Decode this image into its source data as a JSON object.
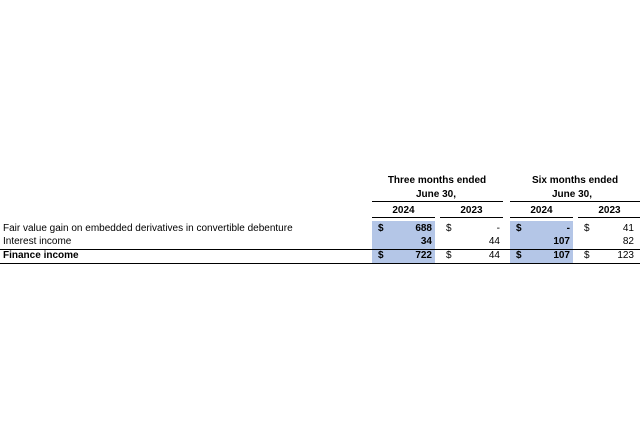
{
  "header": {
    "period_three_line1": "Three months ended",
    "period_three_line2": "June 30,",
    "period_six_line1": "Six months ended",
    "period_six_line2": "June 30,",
    "years": [
      "2024",
      "2023",
      "2024",
      "2023"
    ]
  },
  "rows": [
    {
      "label": "Fair value gain on embedded derivatives in convertible debenture",
      "cells": [
        {
          "currency": "$",
          "value": "688"
        },
        {
          "currency": "$",
          "value": "-"
        },
        {
          "currency": "$",
          "value": "-"
        },
        {
          "currency": "$",
          "value": "41"
        }
      ]
    },
    {
      "label": "Interest income",
      "cells": [
        {
          "currency": "",
          "value": "34"
        },
        {
          "currency": "",
          "value": "44"
        },
        {
          "currency": "",
          "value": "107"
        },
        {
          "currency": "",
          "value": "82"
        }
      ]
    },
    {
      "label": "Finance income",
      "cells": [
        {
          "currency": "$",
          "value": "722"
        },
        {
          "currency": "$",
          "value": "44"
        },
        {
          "currency": "$",
          "value": "107"
        },
        {
          "currency": "$",
          "value": "123"
        }
      ]
    }
  ],
  "colors": {
    "highlight": "#b4c6e7",
    "text": "#000000",
    "background": "#ffffff"
  }
}
